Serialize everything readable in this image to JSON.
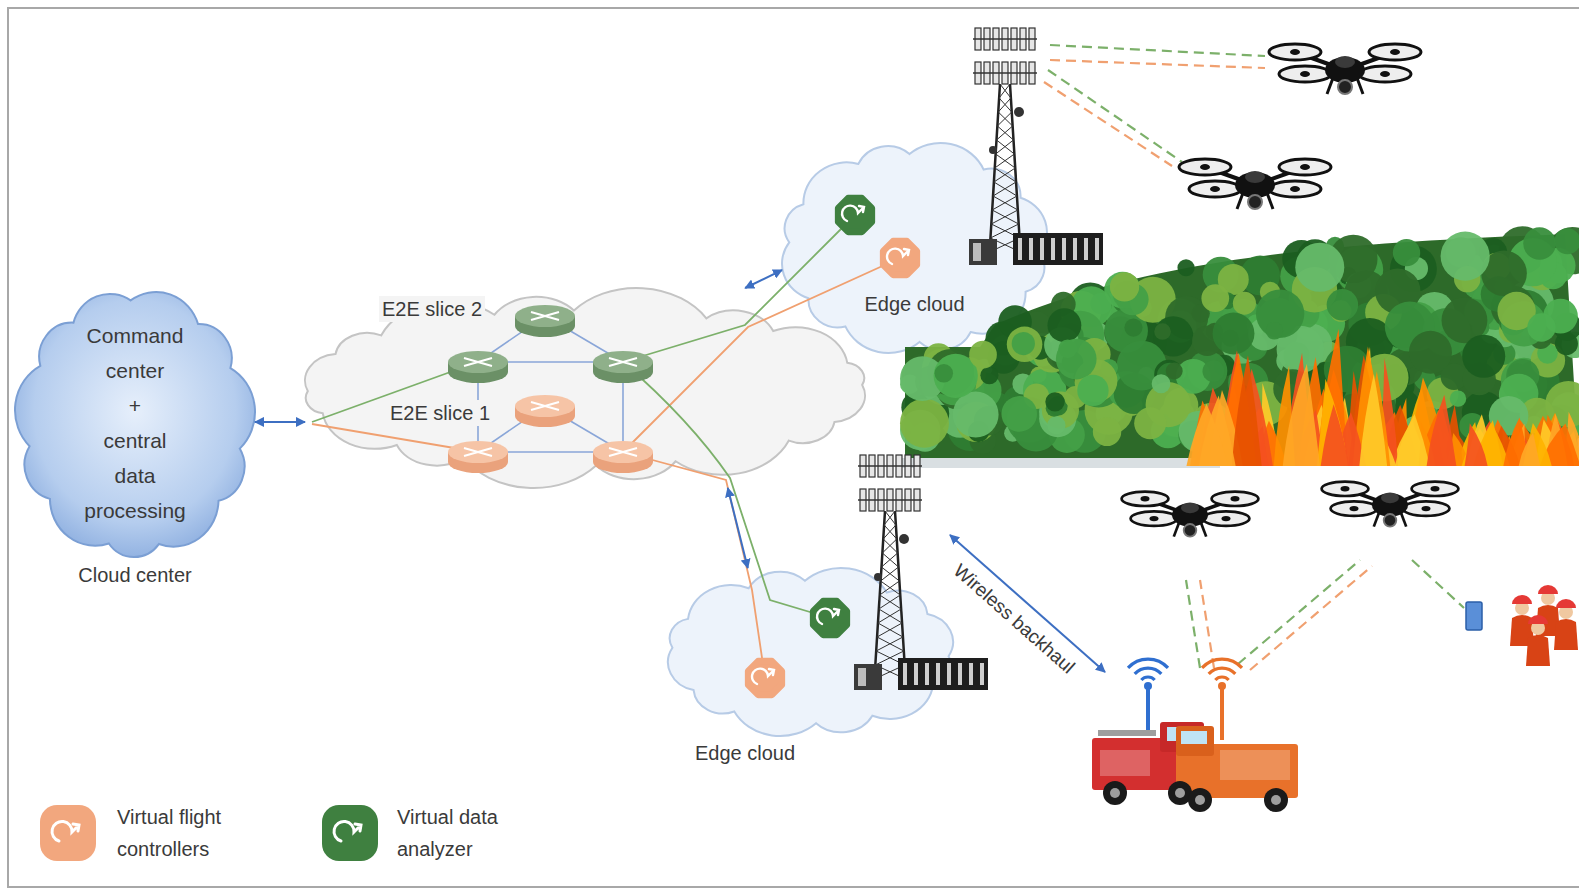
{
  "diagram": {
    "nodes": [
      {
        "text": [
          "Command center + central data processing",
          "Cloud center"
        ]
      },
      {
        "text": [
          "E2E slice 2",
          "E2E slice 1"
        ]
      },
      {
        "text": [
          "Edge cloud"
        ]
      },
      {
        "text": [
          "Edge cloud"
        ]
      }
    ],
    "edges": [
      {
        "from": 0,
        "to": 1,
        "arrow": "both"
      },
      {
        "from": 1,
        "to": 2,
        "arrow": "both"
      },
      {
        "from": 1,
        "to": 3,
        "arrow": "both"
      }
    ],
    "labels": [
      "Wireless backhaul"
    ],
    "legend": [
      {
        "text": "Virtual flight controllers",
        "color": "#f2a77e"
      },
      {
        "text": "Virtual data analyzer",
        "color": "#3f8040"
      }
    ]
  }
}
